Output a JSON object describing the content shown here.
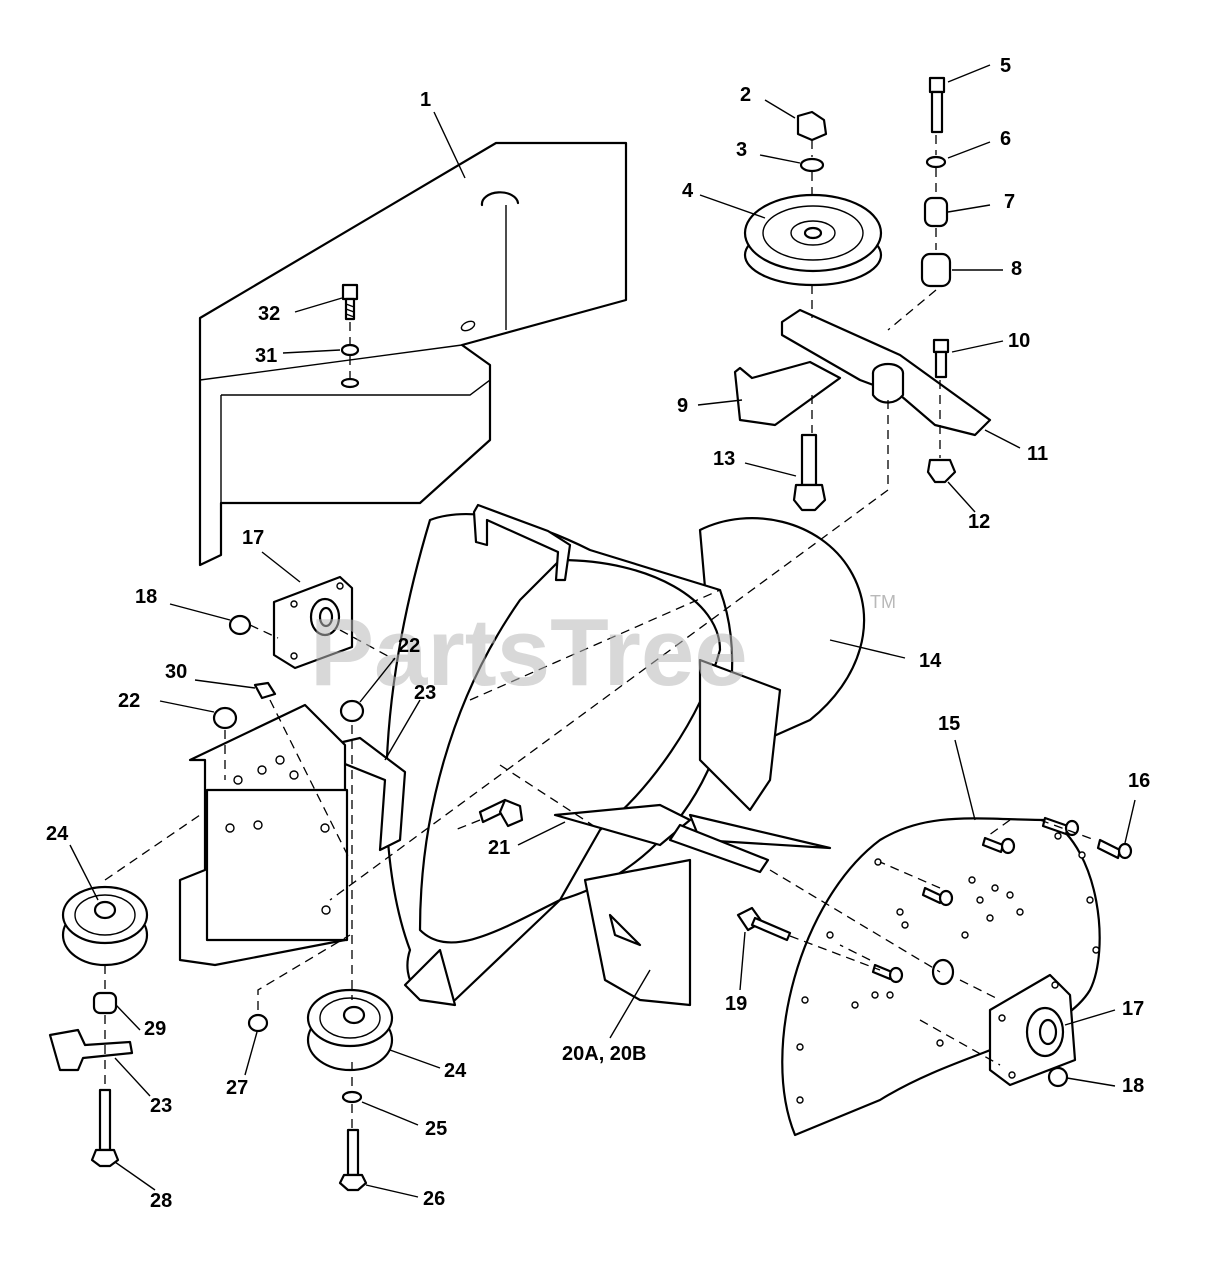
{
  "watermark": {
    "text": "PartsTree",
    "trademark": "TM"
  },
  "callouts": [
    "1",
    "2",
    "3",
    "4",
    "5",
    "6",
    "7",
    "8",
    "9",
    "10",
    "11",
    "12",
    "13",
    "14",
    "15",
    "16",
    "17",
    "17",
    "18",
    "18",
    "19",
    "20A, 20B",
    "21",
    "22",
    "22",
    "23",
    "23",
    "24",
    "24",
    "25",
    "26",
    "27",
    "28",
    "29",
    "30",
    "31",
    "32"
  ],
  "colors": {
    "line": "#000000",
    "background": "#ffffff",
    "watermark": "#b9b9b9"
  }
}
